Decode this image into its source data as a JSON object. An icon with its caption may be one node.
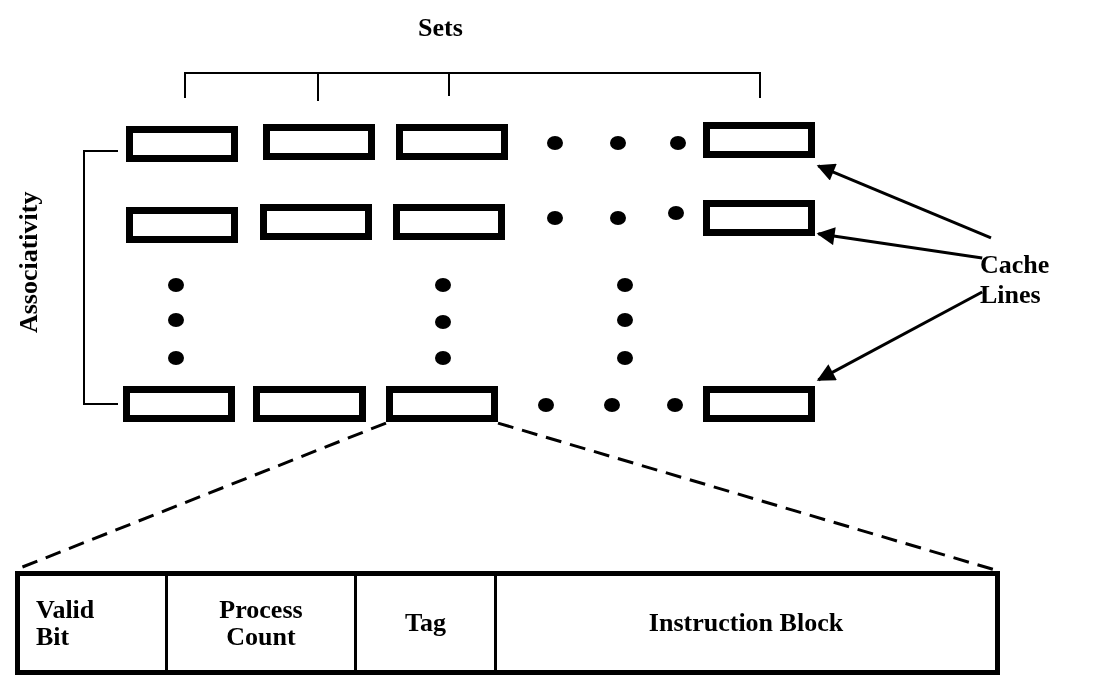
{
  "diagram": {
    "nodes": [
      {
        "text": [],
        "shape": "box"
      },
      {
        "text": [],
        "shape": "box"
      },
      {
        "text": [],
        "shape": "box"
      },
      {
        "text": [],
        "shape": "box"
      },
      {
        "text": [],
        "shape": "box"
      },
      {
        "text": [],
        "shape": "box"
      },
      {
        "text": [],
        "shape": "box"
      },
      {
        "text": [],
        "shape": "box"
      },
      {
        "text": [],
        "shape": "box"
      },
      {
        "text": [],
        "shape": "box"
      },
      {
        "text": [],
        "shape": "box"
      },
      {
        "text": [],
        "shape": "box"
      },
      {
        "text": [
          "Cache Lines"
        ]
      },
      {
        "text": [],
        "shape": "box"
      },
      {
        "text": [
          "Valid Bit"
        ],
        "in": 13
      },
      {
        "text": [
          "Process Count"
        ],
        "in": 13
      },
      {
        "text": [
          "Tag"
        ],
        "in": 13
      },
      {
        "text": [
          "Instruction Block"
        ],
        "in": 13
      }
    ],
    "edges": [
      {
        "from": 12,
        "to": 3,
        "arrow": "to"
      },
      {
        "from": 12,
        "to": 7,
        "arrow": "to"
      },
      {
        "from": 12,
        "to": 11,
        "arrow": "to"
      },
      {
        "from": 10,
        "to": 13,
        "arrow": "none",
        "style": "dashed"
      },
      {
        "from": 10,
        "to": 13,
        "arrow": "none",
        "style": "dashed"
      }
    ],
    "labels": [
      "Sets",
      "Associativity"
    ]
  }
}
